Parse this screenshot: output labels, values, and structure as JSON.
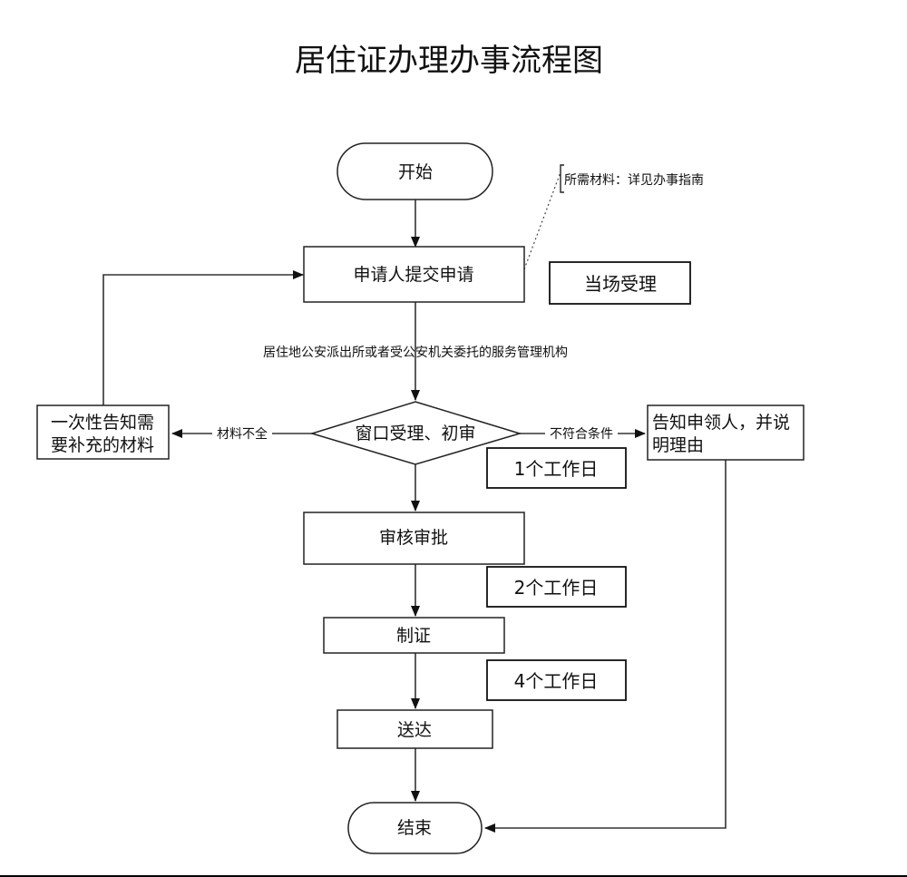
{
  "title": "居住证办理办事流程图",
  "nodes": {
    "start": "开始",
    "submit": "申请人提交申请",
    "review": "窗口受理、初审",
    "approve": "审核审批",
    "make": "制证",
    "deliver": "送达",
    "end": "结束",
    "supplement_line1": "一次性告知需",
    "supplement_line2": "要补充的材料",
    "reject_line1": "告知申领人，并说",
    "reject_line2": "明理由"
  },
  "notes": {
    "materials": "所需材料：详见办事指南",
    "onsite": "当场受理",
    "agency": "居住地公安派出所或者受公安机关委托的服务管理机构",
    "incomplete": "材料不全",
    "unqualified": "不符合条件",
    "day1": "1个工作日",
    "day2": "2个工作日",
    "day4": "4个工作日"
  }
}
